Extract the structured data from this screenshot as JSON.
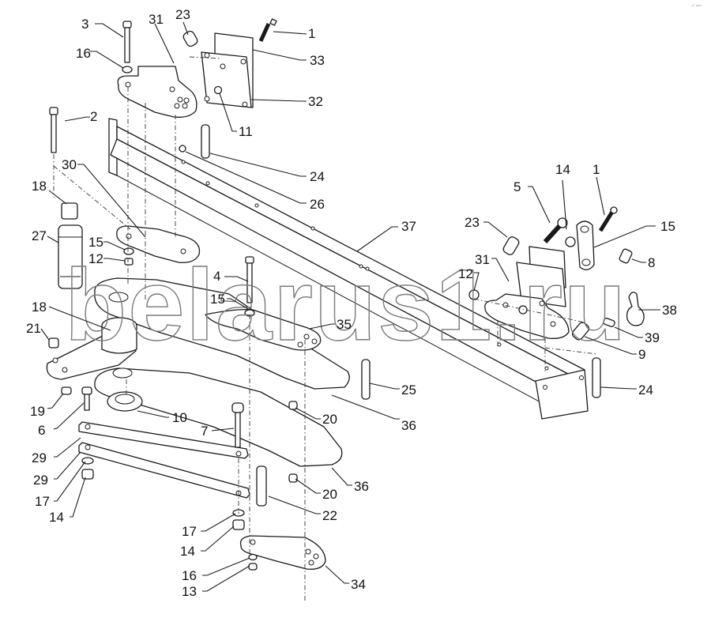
{
  "diagram": {
    "type": "exploded-parts-diagram",
    "watermark": "belarus1.ru",
    "corner_mark": "a° som",
    "callouts": [
      {
        "id": "c1a",
        "label": "1"
      },
      {
        "id": "c1b",
        "label": "1"
      },
      {
        "id": "c2",
        "label": "2"
      },
      {
        "id": "c3",
        "label": "3"
      },
      {
        "id": "c4",
        "label": "4"
      },
      {
        "id": "c5",
        "label": "5"
      },
      {
        "id": "c6",
        "label": "6"
      },
      {
        "id": "c7",
        "label": "7"
      },
      {
        "id": "c8",
        "label": "8"
      },
      {
        "id": "c9",
        "label": "9"
      },
      {
        "id": "c10",
        "label": "10"
      },
      {
        "id": "c11",
        "label": "11"
      },
      {
        "id": "c12a",
        "label": "12"
      },
      {
        "id": "c12b",
        "label": "12"
      },
      {
        "id": "c13",
        "label": "13"
      },
      {
        "id": "c14a",
        "label": "14"
      },
      {
        "id": "c14b",
        "label": "14"
      },
      {
        "id": "c14c",
        "label": "14"
      },
      {
        "id": "c15a",
        "label": "15"
      },
      {
        "id": "c15b",
        "label": "15"
      },
      {
        "id": "c15c",
        "label": "15"
      },
      {
        "id": "c16a",
        "label": "16"
      },
      {
        "id": "c16b",
        "label": "16"
      },
      {
        "id": "c17a",
        "label": "17"
      },
      {
        "id": "c17b",
        "label": "17"
      },
      {
        "id": "c18a",
        "label": "18"
      },
      {
        "id": "c18b",
        "label": "18"
      },
      {
        "id": "c19",
        "label": "19"
      },
      {
        "id": "c20a",
        "label": "20"
      },
      {
        "id": "c20b",
        "label": "20"
      },
      {
        "id": "c21",
        "label": "21"
      },
      {
        "id": "c22",
        "label": "22"
      },
      {
        "id": "c23a",
        "label": "23"
      },
      {
        "id": "c23b",
        "label": "23"
      },
      {
        "id": "c24a",
        "label": "24"
      },
      {
        "id": "c24b",
        "label": "24"
      },
      {
        "id": "c25",
        "label": "25"
      },
      {
        "id": "c26",
        "label": "26"
      },
      {
        "id": "c27",
        "label": "27"
      },
      {
        "id": "c29a",
        "label": "29"
      },
      {
        "id": "c29b",
        "label": "29"
      },
      {
        "id": "c30",
        "label": "30"
      },
      {
        "id": "c31a",
        "label": "31"
      },
      {
        "id": "c31b",
        "label": "31"
      },
      {
        "id": "c32",
        "label": "32"
      },
      {
        "id": "c33",
        "label": "33"
      },
      {
        "id": "c34",
        "label": "34"
      },
      {
        "id": "c35",
        "label": "35"
      },
      {
        "id": "c36a",
        "label": "36"
      },
      {
        "id": "c36b",
        "label": "36"
      },
      {
        "id": "c37",
        "label": "37"
      },
      {
        "id": "c38",
        "label": "38"
      },
      {
        "id": "c39",
        "label": "39"
      }
    ]
  }
}
